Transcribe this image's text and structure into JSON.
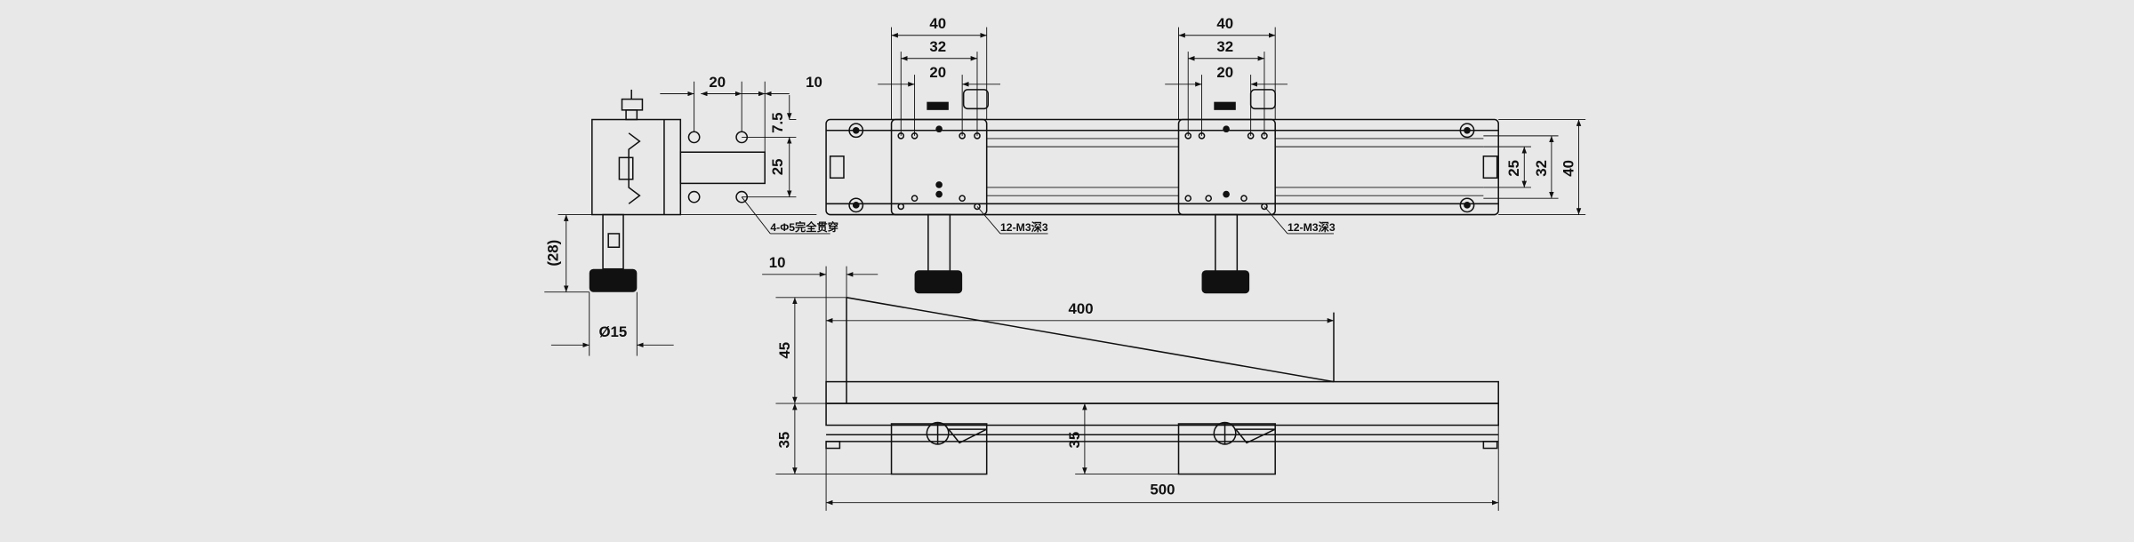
{
  "side_view": {
    "dim_20": "20",
    "dim_10": "10",
    "dim_7_5": "7.5",
    "dim_25": "25",
    "holes_note": "4-Φ5完全贯穿",
    "dim_28": "(28)",
    "dim_dia15": "Ø15"
  },
  "top_view": {
    "carriage1": {
      "dim_40": "40",
      "dim_32": "32",
      "dim_20": "20",
      "note": "12-M3深3"
    },
    "carriage2": {
      "dim_40": "40",
      "dim_32": "32",
      "dim_20": "20",
      "note": "12-M3深3"
    },
    "dim_25": "25",
    "dim_32": "32",
    "dim_40": "40"
  },
  "front_view": {
    "dim_10": "10",
    "dim_400": "400",
    "dim_45": "45",
    "dim_35": "35",
    "dim_35_inner": "35",
    "dim_500": "500"
  }
}
